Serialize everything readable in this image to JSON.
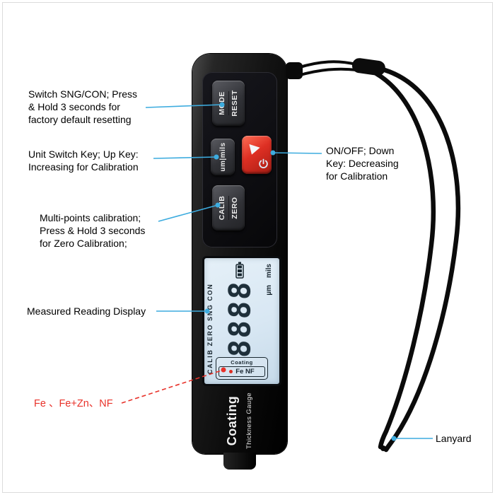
{
  "colors": {
    "accent": "#3dacdf",
    "callout_red": "#e8322a",
    "lcd_bg": "#d8e7f3",
    "power_red": "#dd2f23"
  },
  "device": {
    "buttons": {
      "mode_reset": {
        "line1": "MODE",
        "line2": "RESET"
      },
      "unit": {
        "label": "um|mils"
      },
      "power": {
        "icons": [
          "down-arrow-icon",
          "power-icon"
        ]
      },
      "calib_zero": {
        "line1": "CALIB",
        "line2": "ZERO"
      }
    },
    "lcd": {
      "status": "CALIB ZERO SNG CON",
      "reading": "8888",
      "unit_um": "µm",
      "unit_mils": "mils",
      "battery_icon": "battery-icon",
      "mode_box": {
        "title": "Coating",
        "material": "Fe NF"
      }
    },
    "brand": {
      "line1": "Coating",
      "line2": "Thickness Gauge"
    }
  },
  "callouts": {
    "mode_reset": {
      "lines": [
        "Switch SNG/CON; Press",
        "& Hold 3 seconds for",
        "factory default resetting"
      ]
    },
    "unit_switch": {
      "lines": [
        "Unit Switch Key; Up Key:",
        "Increasing for Calibration"
      ]
    },
    "power": {
      "lines": [
        "ON/OFF; Down",
        "Key: Decreasing",
        "for Calibration"
      ]
    },
    "calibration": {
      "lines": [
        "Multi-points calibration;",
        "Press & Hold 3 seconds",
        "for Zero Calibration;"
      ]
    },
    "display": {
      "lines": [
        "Measured Reading Display"
      ]
    },
    "materials": {
      "lines": [
        "Fe 、Fe+Zn、NF"
      ]
    },
    "lanyard": {
      "lines": [
        "Lanyard"
      ]
    }
  }
}
